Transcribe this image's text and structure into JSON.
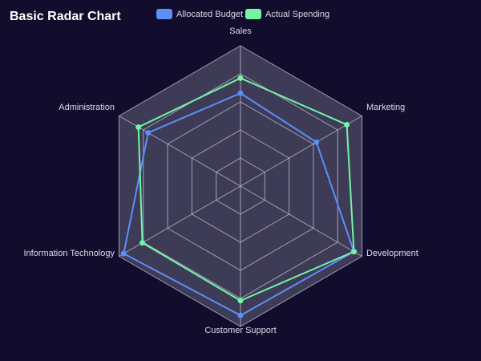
{
  "chart_data": {
    "type": "radar",
    "title": "Basic Radar Chart",
    "categories": [
      "Sales",
      "Marketing",
      "Development",
      "Customer Support",
      "Information Technology",
      "Administration"
    ],
    "series": [
      {
        "name": "Allocated Budget",
        "values": [
          4300,
          10000,
          28000,
          35000,
          50000,
          19000
        ],
        "color": "#5b8ff9"
      },
      {
        "name": "Actual Spending",
        "values": [
          5000,
          14000,
          28000,
          31000,
          42000,
          21000
        ],
        "color": "#73f5a4"
      }
    ],
    "r_max": [
      6500,
      16000,
      30000,
      38000,
      52000,
      25000
    ],
    "rings": 5,
    "grid": true,
    "legend_position": "top-center",
    "colors": {
      "background": "#120d2d",
      "grid": "#c3c3d6",
      "polygon_fill": "#47445f"
    }
  }
}
